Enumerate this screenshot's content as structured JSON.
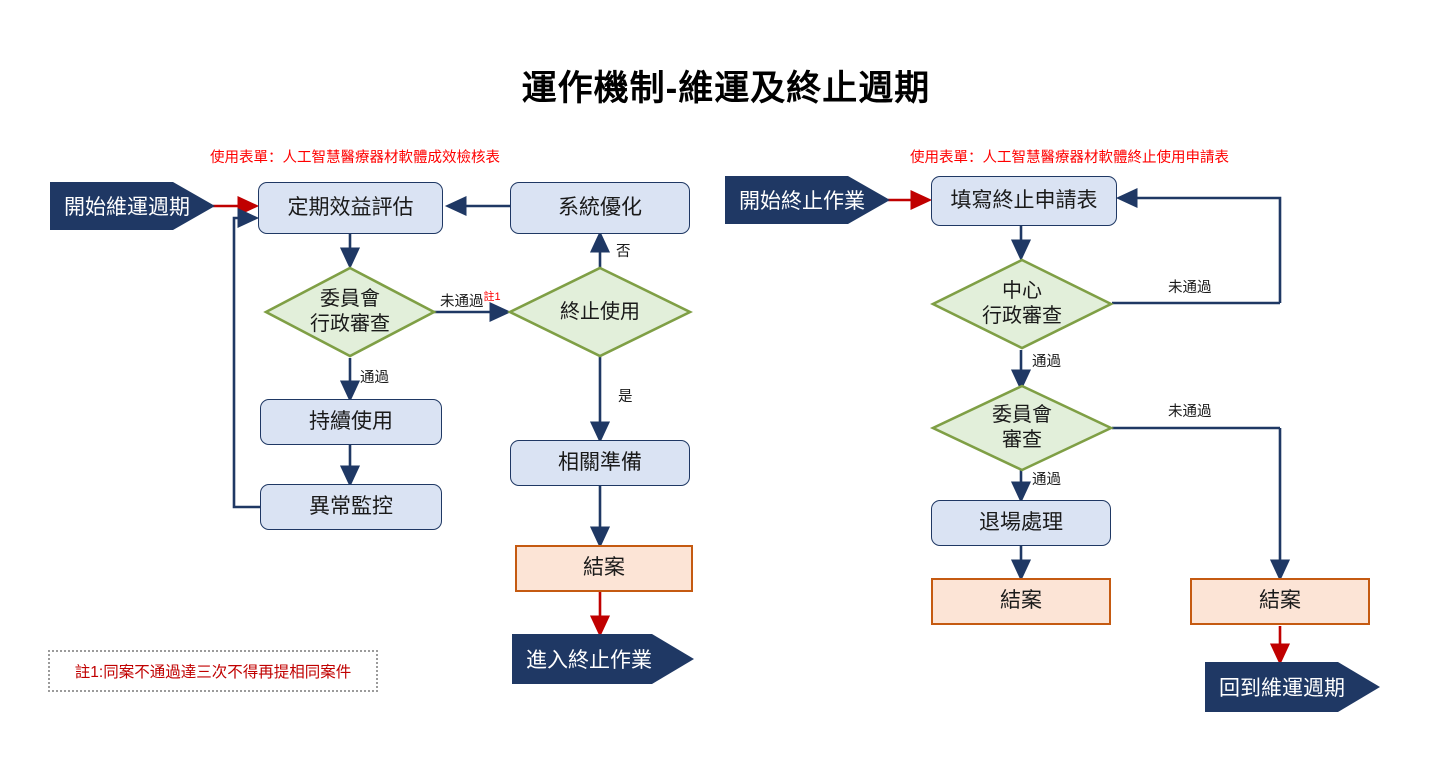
{
  "page": {
    "title": "運作機制-維運及終止週期"
  },
  "colors": {
    "process_fill": "#dae3f3",
    "process_border": "#1f3864",
    "decision_fill": "#e2efda",
    "decision_border": "#7f9f45",
    "terminal_fill": "#fce4d6",
    "terminal_border": "#c55a11",
    "chevron_fill": "#1f3864",
    "red_arrow": "#c00000",
    "navy_arrow": "#1f3864",
    "form_note_text": "#ff0000",
    "footnote_text": "#c00000"
  },
  "left_flow": {
    "form_note": "使用表單：人工智慧醫療器材軟體成效檢核表",
    "start_chevron": "開始維運週期",
    "nodes": {
      "periodic_review": "定期效益評估",
      "system_optimization": "系統優化",
      "committee_admin_review": "委員會\n行政審查",
      "terminate_use": "終止使用",
      "continue_use": "持續使用",
      "anomaly_monitoring": "異常監控",
      "related_preparation": "相關準備",
      "case_closed": "結案"
    },
    "end_chevron": "進入終止作業",
    "edge_labels": {
      "not_passed": "未通過",
      "not_passed_footnote_marker": "註1",
      "passed": "通過",
      "no": "否",
      "yes": "是"
    }
  },
  "right_flow": {
    "form_note": "使用表單：人工智慧醫療器材軟體終止使用申請表",
    "start_chevron": "開始終止作業",
    "nodes": {
      "fill_termination_form": "填寫終止申請表",
      "center_admin_review": "中心\n行政審查",
      "committee_review": "委員會\n審查",
      "exit_processing": "退場處理",
      "case_closed_main": "結案",
      "case_closed_reject": "結案"
    },
    "end_chevron": "回到維運週期",
    "edge_labels": {
      "not_passed_1": "未通過",
      "not_passed_2": "未通過",
      "passed_1": "通過",
      "passed_2": "通過"
    }
  },
  "footnote": {
    "text": "註1:同案不通過達三次不得再提相同案件"
  }
}
